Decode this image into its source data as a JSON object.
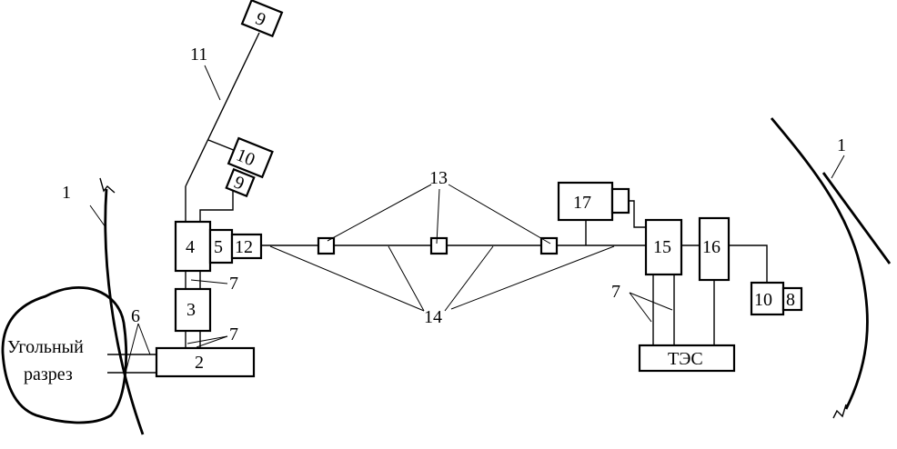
{
  "labels": {
    "n1_left": "1",
    "n1_right": "1",
    "n2": "2",
    "n3": "3",
    "n4": "4",
    "n5": "5",
    "n6": "6",
    "n7_a": "7",
    "n7_b": "7",
    "n7_c": "7",
    "n8": "8",
    "n9_top": "9",
    "n9_mid": "9",
    "n10_upper": "10",
    "n10_right": "10",
    "n11": "11",
    "n12": "12",
    "n13": "13",
    "n14": "14",
    "n15": "15",
    "n16": "16",
    "n17": "17",
    "tes": "ТЭС",
    "coal_line1": "Угольный",
    "coal_line2": "разрез"
  }
}
